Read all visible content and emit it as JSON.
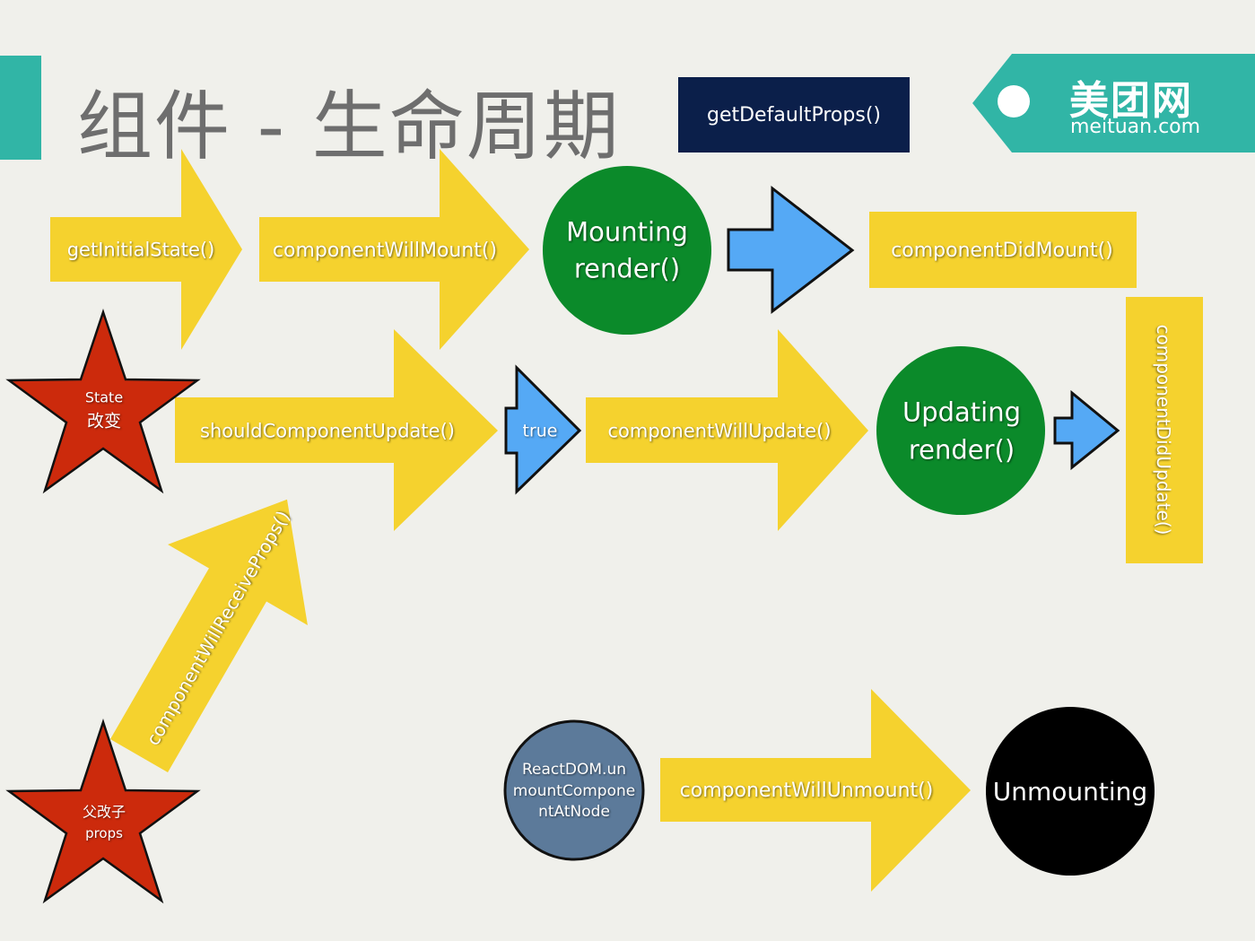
{
  "slide": {
    "title": "组件 - 生命周期",
    "default_props": "getDefaultProps()"
  },
  "logo": {
    "name": "美团网",
    "domain": "meituan.com"
  },
  "mounting": {
    "get_initial_state": "getInitialState()",
    "component_will_mount": "componentWillMount()",
    "render_line1": "Mounting",
    "render_line2": "render()",
    "component_did_mount": "componentDidMount()"
  },
  "updating": {
    "state_star_line1": "State",
    "state_star_line2": "改变",
    "should_component_update": "shouldComponentUpdate()",
    "true_label": "true",
    "component_will_update": "componentWillUpdate()",
    "render_line1": "Updating",
    "render_line2": "render()",
    "component_did_update": "componentDidUpdate()",
    "props_star_line1": "父改子",
    "props_star_line2": "props",
    "component_will_receive_props": "componentWillReceiveProps()"
  },
  "unmounting": {
    "react_dom_line1": "ReactDOM.un",
    "react_dom_line2": "mountCompone",
    "react_dom_line3": "ntAtNode",
    "component_will_unmount": "componentWillUnmount()",
    "label": "Unmounting"
  },
  "colors": {
    "yellow_arrow": "#f5d22e",
    "blue_arrow": "#55a9f5",
    "green_circle": "#0b8a2a",
    "red_star": "#cc2a0c",
    "slate_circle": "#5c7a9a",
    "black_circle": "#000000",
    "teal_accent": "#31b5a6",
    "navy_box": "#0b1f4a"
  }
}
